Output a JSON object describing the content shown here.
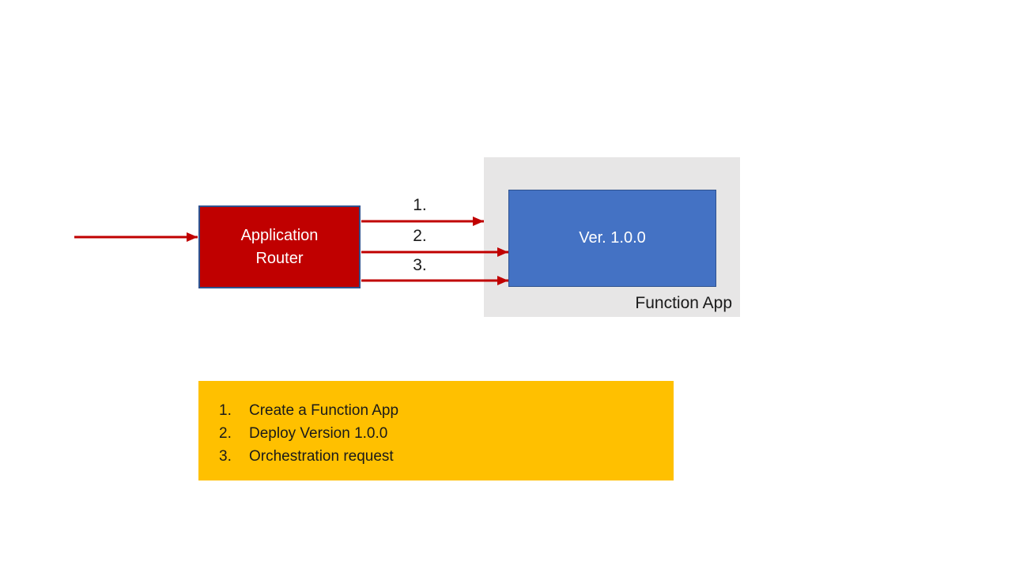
{
  "diagram": {
    "router_box": {
      "label": "Application Router"
    },
    "arrow_labels": [
      {
        "label": "1."
      },
      {
        "label": "2."
      },
      {
        "label": "3."
      }
    ],
    "function_app": {
      "caption": "Function App",
      "version_box": {
        "label": "Ver. 1.0.0"
      }
    },
    "legend": {
      "items": [
        {
          "number": "1.",
          "text": "Create a Function App"
        },
        {
          "number": "2.",
          "text": "Deploy Version 1.0.0"
        },
        {
          "number": "3.",
          "text": "Orchestration request"
        }
      ]
    },
    "colors": {
      "router_fill": "#C00000",
      "box_border": "#2F528F",
      "version_fill": "#4472C4",
      "function_app_bg": "#E7E6E6",
      "legend_bg": "#FFC000",
      "arrow_color": "#C00000",
      "text_light": "#FFFFFF",
      "text_dark": "#1A1A1A"
    }
  }
}
